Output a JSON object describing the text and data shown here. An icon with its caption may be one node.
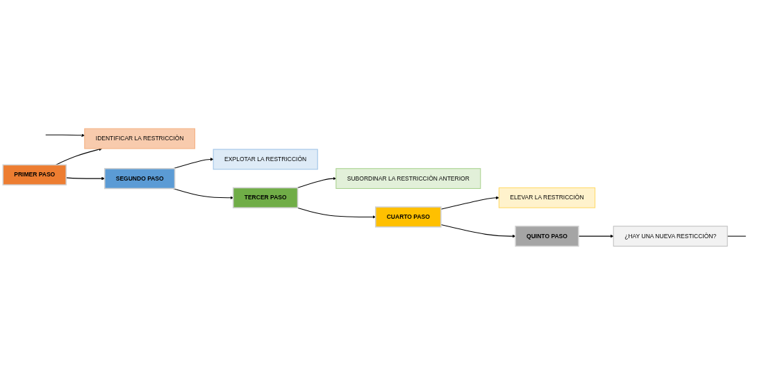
{
  "diagram": {
    "nodes": [
      {
        "text": [
          "PRIMER PASO"
        ]
      },
      {
        "text": [
          "IDENTIFICAR LA RESTRICCIÒN"
        ]
      },
      {
        "text": [
          "SEGUNDO PASO"
        ]
      },
      {
        "text": [
          "EXPLOTAR LA RESTRICCIÓN"
        ]
      },
      {
        "text": [
          "TERCER PASO"
        ]
      },
      {
        "text": [
          "SUBORDINAR LA RESTRICCIÒN ANTERIOR"
        ]
      },
      {
        "text": [
          "CUARTO PASO"
        ]
      },
      {
        "text": [
          "ELEVAR LA RESTRICCIÒN"
        ]
      },
      {
        "text": [
          "QUINTO PASO"
        ]
      },
      {
        "text": [
          "¿HAY UNA NUEVA RESTICCIÒN?"
        ]
      }
    ],
    "edges": [
      {
        "from": 0,
        "to": 1,
        "arrow": "to"
      },
      {
        "from": 0,
        "to": 2,
        "arrow": "to"
      },
      {
        "from": 2,
        "to": 3,
        "arrow": "to"
      },
      {
        "from": 2,
        "to": 4,
        "arrow": "to"
      },
      {
        "from": 4,
        "to": 5,
        "arrow": "to"
      },
      {
        "from": 4,
        "to": 6,
        "arrow": "to"
      },
      {
        "from": 6,
        "to": 7,
        "arrow": "to"
      },
      {
        "from": 6,
        "to": 8,
        "arrow": "to"
      },
      {
        "from": 8,
        "to": 9,
        "arrow": "to"
      },
      {
        "from": null,
        "to": 1,
        "arrow": "to"
      },
      {
        "from": 9,
        "to": null,
        "arrow": "none"
      }
    ]
  }
}
